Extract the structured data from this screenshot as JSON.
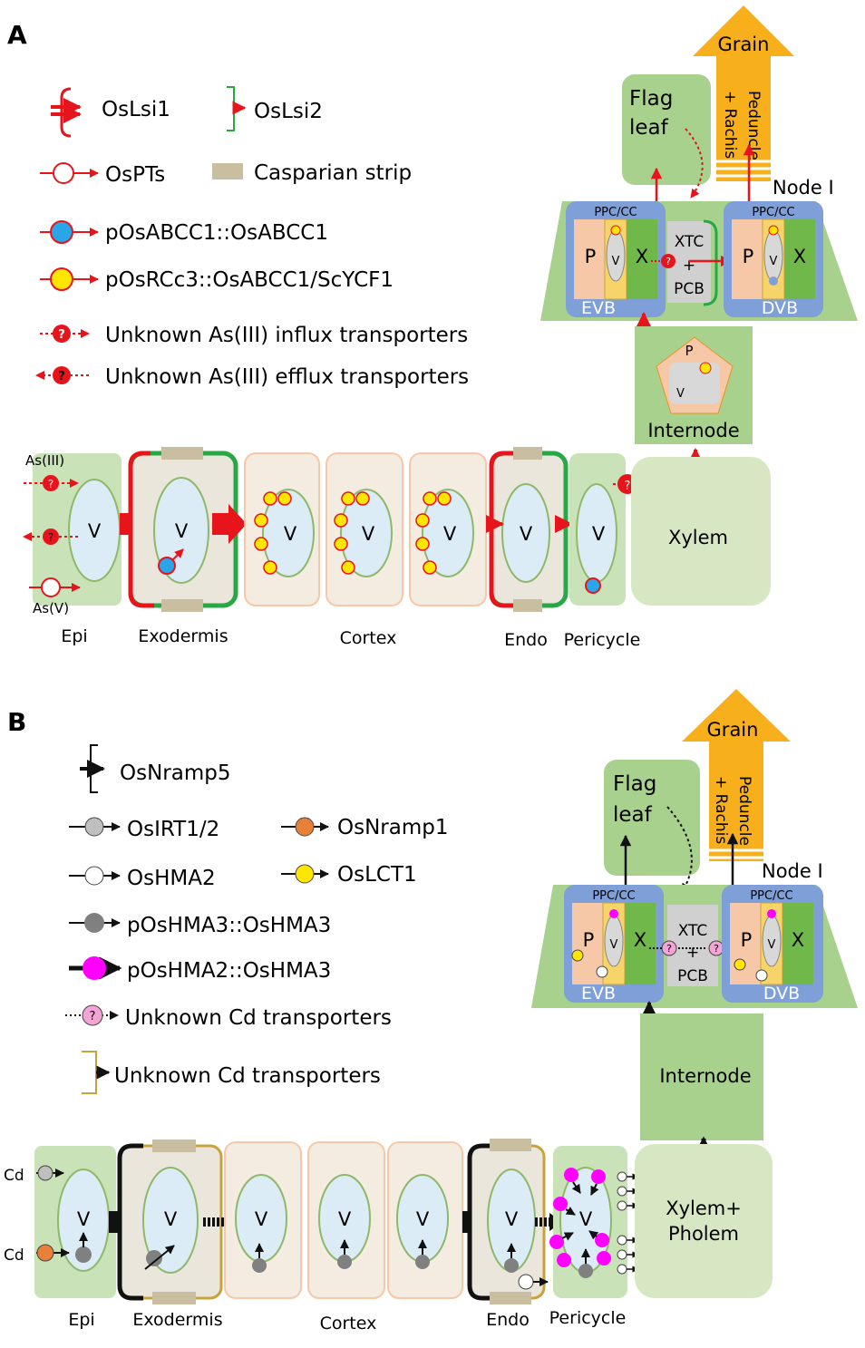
{
  "panelA": {
    "label": "A",
    "legend": {
      "lsi1": "OsLsi1",
      "lsi2": "OsLsi2",
      "pts": "OsPTs",
      "casparian": "Casparian strip",
      "abcc1": "pOsABCC1::OsABCC1",
      "rcc3": "pOsRCc3::OsABCC1/ScYCF1",
      "influx": "Unknown As(III) influx transporters",
      "efflux": "Unknown As(III) efflux transporters"
    },
    "shoot": {
      "grain": "Grain",
      "peduncle": "Peduncle",
      "rachis": "+ Rachis",
      "flag_leaf_line1": "Flag",
      "flag_leaf_line2": "leaf",
      "node": "Node I",
      "ppc_cc": "PPC/CC",
      "p": "P",
      "v": "V",
      "x": "X",
      "xtc": "XTC",
      "plus": "+",
      "pcb": "PCB",
      "evb": "EVB",
      "dvb": "DVB",
      "internode": "Internode",
      "unknown_mark": "?"
    },
    "root": {
      "as3": "As(III)",
      "as5": "As(V)",
      "v": "V",
      "xylem": "Xylem",
      "epi": "Epi",
      "exodermis": "Exodermis",
      "cortex": "Cortex",
      "endo": "Endo",
      "pericycle": "Pericycle",
      "unknown_mark": "?"
    }
  },
  "panelB": {
    "label": "B",
    "legend": {
      "nramp5": "OsNramp5",
      "irt": "OsIRT1/2",
      "nramp1": "OsNramp1",
      "hma2": "OsHMA2",
      "lct1": "OsLCT1",
      "hma3": "pOsHMA3::OsHMA3",
      "hma2hma3": "pOsHMA2::OsHMA3",
      "cd_unknown": "Unknown Cd transporters",
      "cd_unknown2": "Unknown Cd transporters",
      "unknown_mark": "?"
    },
    "shoot": {
      "grain": "Grain",
      "peduncle": "Peduncle",
      "rachis": "+ Rachis",
      "flag_leaf_line1": "Flag",
      "flag_leaf_line2": "leaf",
      "node": "Node I",
      "ppc_cc": "PPC/CC",
      "p": "P",
      "v": "V",
      "x": "X",
      "xtc": "XTC",
      "plus": "+",
      "pcb": "PCB",
      "evb": "EVB",
      "dvb": "DVB",
      "internode": "Internode",
      "unknown_mark": "?"
    },
    "root": {
      "cd": "Cd",
      "v": "V",
      "xylem_line1": "Xylem+",
      "xylem_line2": "Pholem",
      "epi": "Epi",
      "exodermis": "Exodermis",
      "cortex": "Cortex",
      "endo": "Endo",
      "pericycle": "Pericycle"
    }
  },
  "colors": {
    "red": "#e8141c",
    "green_cell": "#c9e2b8",
    "green_node": "#a9d18e",
    "beige_cell": "#eae6dc",
    "cortex_cell": "#f4ece0",
    "vacuole": "#dcecf6",
    "grain": "#f7b01c",
    "evb_blue": "#7f9fd8",
    "phloem": "#f7c8a8",
    "xylem_green": "#70b84a",
    "casparian": "#c9bea0",
    "yellow": "#ffe600",
    "blue_dot": "#29a6e8",
    "magenta": "#ff00ff",
    "pink": "#f4a3d6",
    "orange_dot": "#e8803a",
    "gray_dot": "#bfbfbf",
    "dark_gray_dot": "#808080",
    "gold": "#c8a23c"
  }
}
